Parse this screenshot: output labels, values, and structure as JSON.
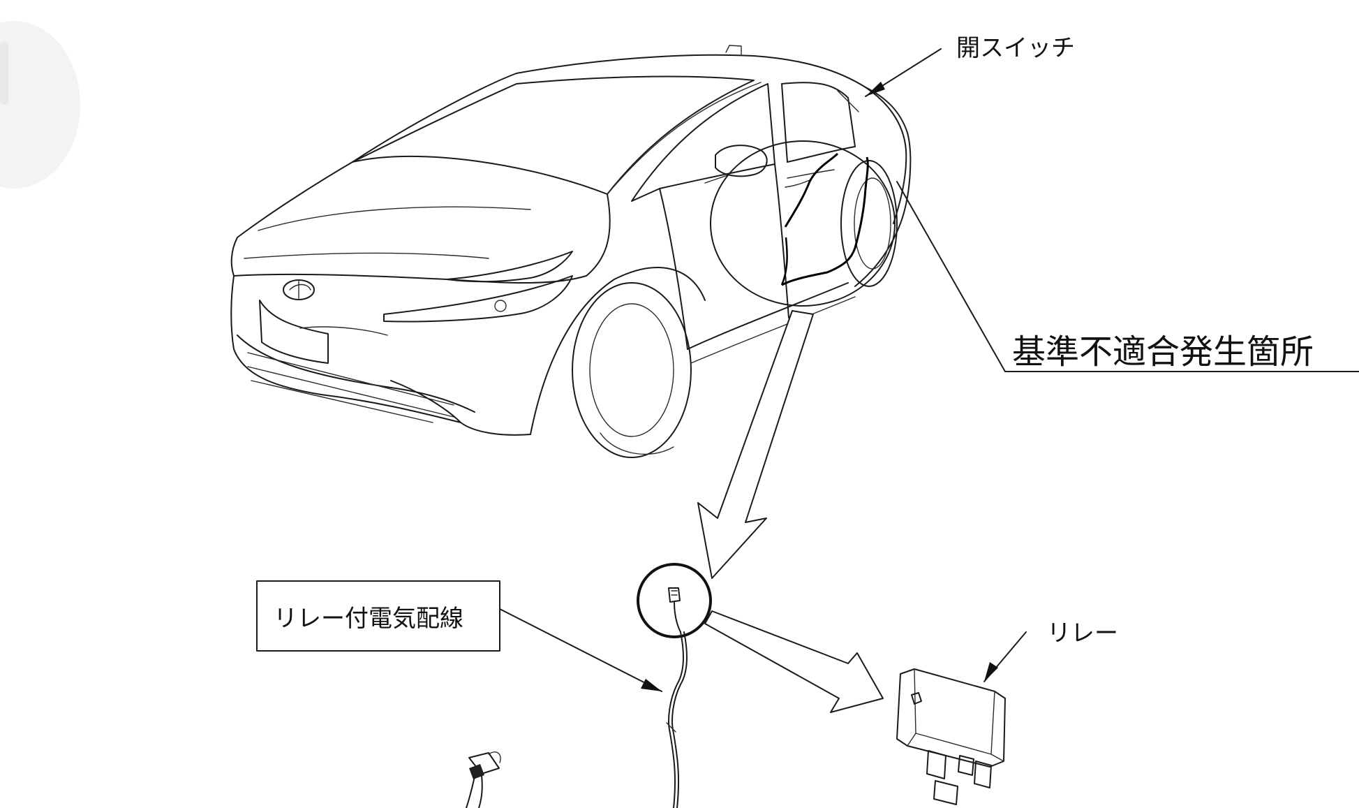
{
  "labels": {
    "open_switch": "開スイッチ",
    "nonconformity_location": "基準不適合発生箇所",
    "wiring_with_relay": "リレー付電気配線",
    "relay": "リレー"
  },
  "colors": {
    "ink": "#1a1a1a",
    "background": "#ffffff"
  },
  "icons": {
    "vehicle": "car-line-drawing-icon",
    "relay": "relay-module-icon",
    "wiring": "wiring-harness-icon",
    "connector": "connector-icon"
  }
}
